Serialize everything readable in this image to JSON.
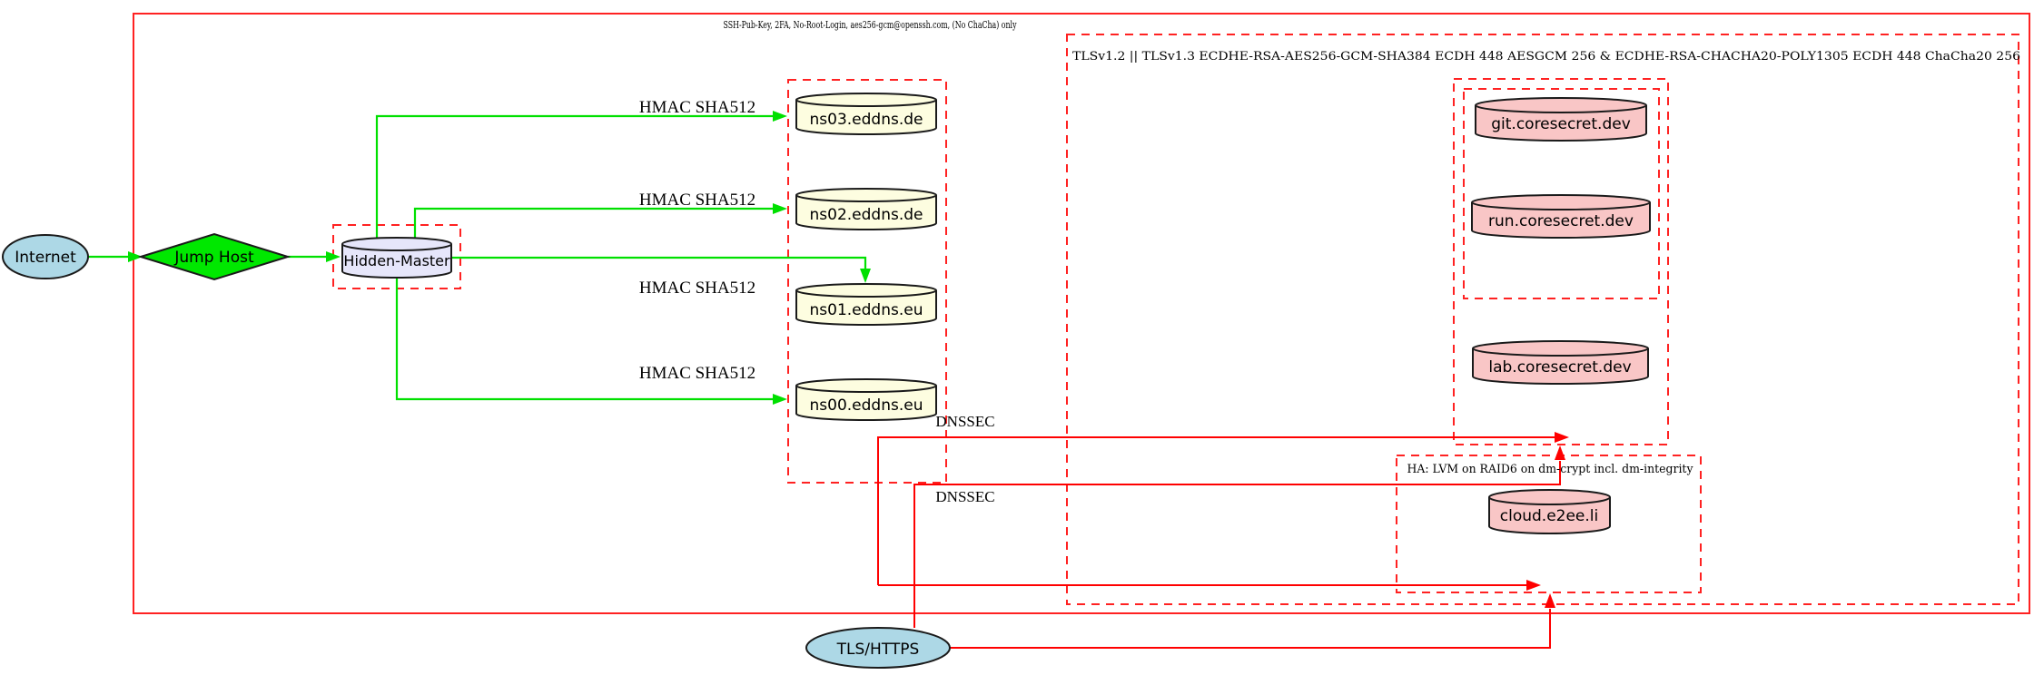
{
  "diagram": {
    "clusters": {
      "ssh_label": "SSH-Pub-Key, 2FA, No-Root-Login, aes256-gcm@openssh.com, (No ChaCha) only",
      "tls_label": "TLSv1.2 || TLSv1.3 ECDHE-RSA-AES256-GCM-SHA384 ECDH 448 AESGCM 256 & ECDHE-RSA-CHACHA20-POLY1305 ECDH 448 ChaCha20 256",
      "ha_label": "HA: LVM on RAID6 on dm-crypt incl. dm-integrity"
    },
    "nodes": {
      "internet": "Internet",
      "jump_host": "Jump Host",
      "hidden_master": "Hidden-Master",
      "ns03": "ns03.eddns.de",
      "ns02": "ns02.eddns.de",
      "ns01": "ns01.eddns.eu",
      "ns00": "ns00.eddns.eu",
      "git": "git.coresecret.dev",
      "run": "run.coresecret.dev",
      "lab": "lab.coresecret.dev",
      "cloud": "cloud.e2ee.li",
      "tls_https": "TLS/HTTPS"
    },
    "edge_labels": {
      "hmac_ns03": "HMAC SHA512",
      "hmac_ns02": "HMAC SHA512",
      "hmac_ns01": "HMAC SHA512",
      "hmac_ns00": "HMAC SHA512",
      "dnssec_top": "DNSSEC",
      "dnssec_bottom": "DNSSEC"
    },
    "colors": {
      "cluster_border": "#ff0000",
      "secure_edge_green": "#00e000",
      "tls_edge_red": "#ff0000",
      "internet_fill": "#add8e6",
      "jump_host_fill": "#00e800",
      "hidden_master_fill": "#e6e6fa",
      "dns_node_fill": "#fdfde0",
      "service_node_fill": "#f9c6c6",
      "tls_https_fill": "#add8e6"
    }
  }
}
